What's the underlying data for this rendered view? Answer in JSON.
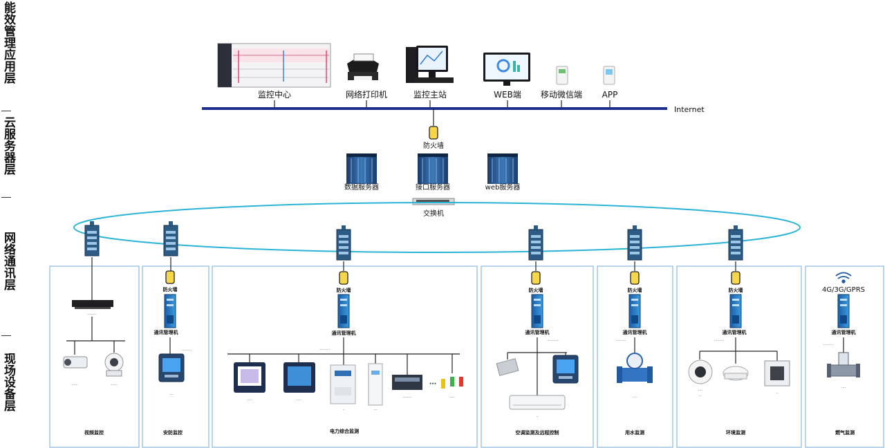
{
  "layers": {
    "app": "能效管理应用层",
    "cloud": "云服务器层",
    "network": "网络通讯层",
    "field": "现场设备层"
  },
  "top": {
    "monitor_center": "监控中心",
    "printer": "网络打印机",
    "master_station": "监控主站",
    "web": "WEB端",
    "mobile": "移动微信端",
    "app": "APP",
    "internet": "Internet"
  },
  "cloud": {
    "firewall": "防火墙",
    "data_server": "数据服务器",
    "interface_server": "接口服务器",
    "web_server": "web服务器",
    "switch": "交换机"
  },
  "zones": {
    "video": "视频监控",
    "security": "安防监控",
    "power": "电力综合监测",
    "hvac": "空调监测及远程控制",
    "water": "用水监测",
    "env": "环境监测",
    "gas": "燃气监测"
  },
  "field": {
    "firewall": "防火墙",
    "gateway": "通讯管理机",
    "wireless": "4G/3G/GPRS"
  }
}
